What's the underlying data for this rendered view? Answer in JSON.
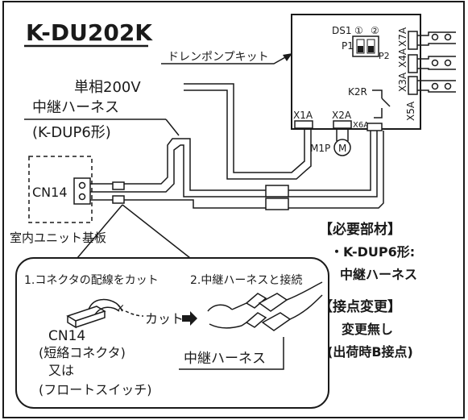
{
  "model": "K-DU202K",
  "kit_label": "ドレンポンプキット",
  "terminals": {
    "x7a": "X7A",
    "x4a": "X4A",
    "x3a": "X3A",
    "x5a": "X5A",
    "x1a": "X1A",
    "x2a": "X2A",
    "x6a": "X6A",
    "k2r": "K2R",
    "ds1": "DS1",
    "p1": "P1",
    "p2": "P2",
    "sw1": "①",
    "sw2": "②",
    "m1p": "M1P",
    "motor": "M"
  },
  "harness": {
    "line1": "単相200V",
    "line2": "中継ハーネス",
    "line3": "(K-DUP6形)"
  },
  "board": {
    "connector": "CN14",
    "caption": "室内ユニット基板"
  },
  "required_parts": {
    "heading": "【必要部材】",
    "item1": "・K-DUP6形:",
    "item2": "中継ハーネス"
  },
  "contact_change": {
    "heading": "【接点変更】",
    "line1": "変更無し",
    "line2": "(出荷時B接点)"
  },
  "steps": {
    "step1": "1.コネクタの配線をカット",
    "step2": "2.中継ハーネスと接続",
    "cut": "カット",
    "connector": "CN14",
    "short_connector": "(短絡コネクタ)",
    "or": "又は",
    "float_switch": "(フロートスイッチ)",
    "relay_harness": "中継ハーネス"
  }
}
